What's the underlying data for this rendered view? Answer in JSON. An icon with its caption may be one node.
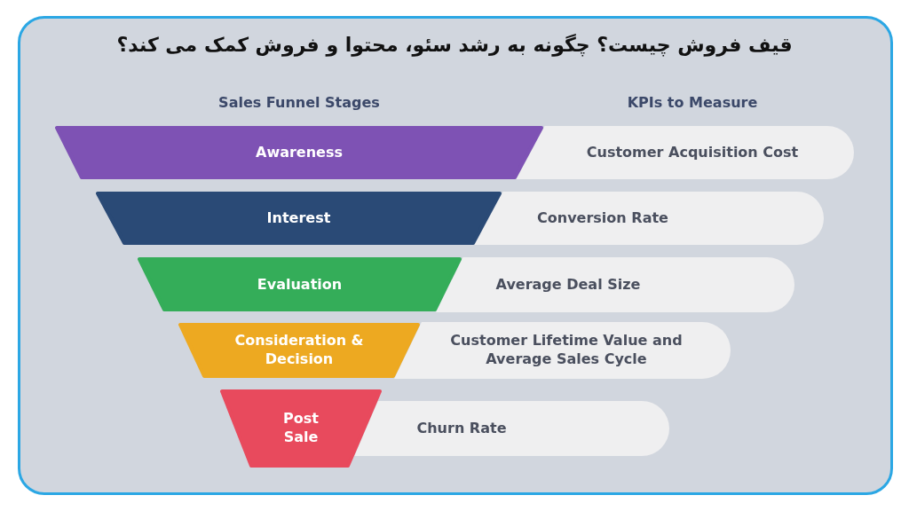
{
  "diagram": {
    "title": "قیف فروش چیست؟ چگونه به رشد سئو، محتوا و فروش کمک می کند؟",
    "nodes": [
      {
        "text": [
          "Awareness"
        ]
      },
      {
        "text": [
          "Customer Acquisition Cost"
        ]
      },
      {
        "text": [
          "Interest"
        ]
      },
      {
        "text": [
          "Conversion Rate"
        ]
      },
      {
        "text": [
          "Evaluation"
        ]
      },
      {
        "text": [
          "Average Deal Size"
        ]
      },
      {
        "text": [
          "Consideration & Decision"
        ]
      },
      {
        "text": [
          "Customer Lifetime Value and Average Sales Cycle"
        ]
      },
      {
        "text": [
          "Post Sale"
        ]
      },
      {
        "text": [
          "Churn Rate"
        ]
      }
    ],
    "labels": [
      "Sales Funnel Stages",
      "KPIs to Measure"
    ]
  }
}
